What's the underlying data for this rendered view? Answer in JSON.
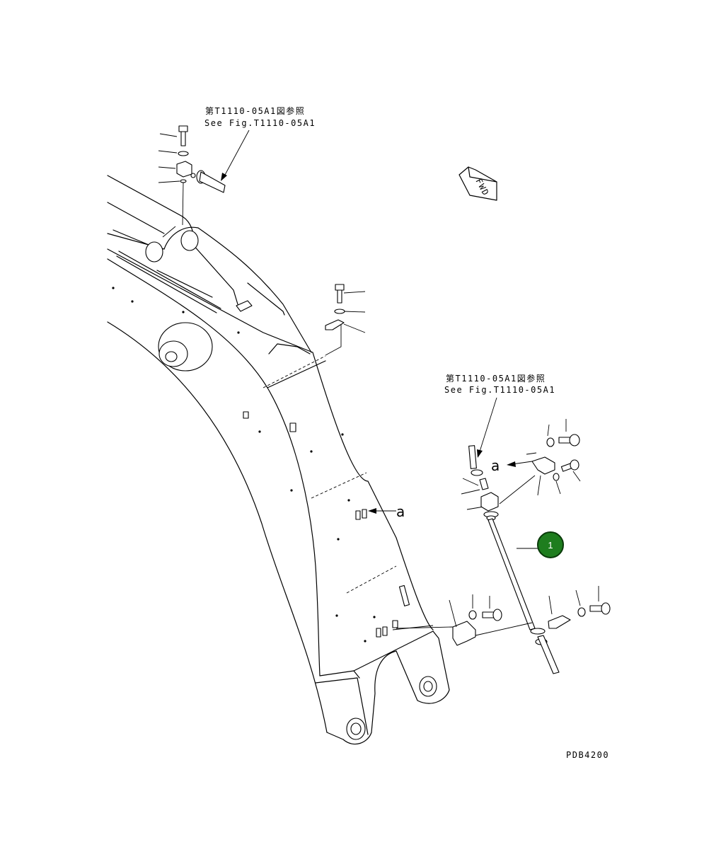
{
  "references": {
    "top": {
      "jp": "第T1110-05A1図参照",
      "en": "See Fig.T1110-05A1"
    },
    "middle": {
      "jp": "第T1110-05A1図参照",
      "en": "See Fig.T1110-05A1"
    }
  },
  "direction_marker": {
    "label": "FWD"
  },
  "detail_labels": {
    "a1": "a",
    "a2": "a"
  },
  "callouts": [
    {
      "number": "1",
      "color": "#1e7d1e"
    }
  ],
  "drawing_code": "PDB4200"
}
